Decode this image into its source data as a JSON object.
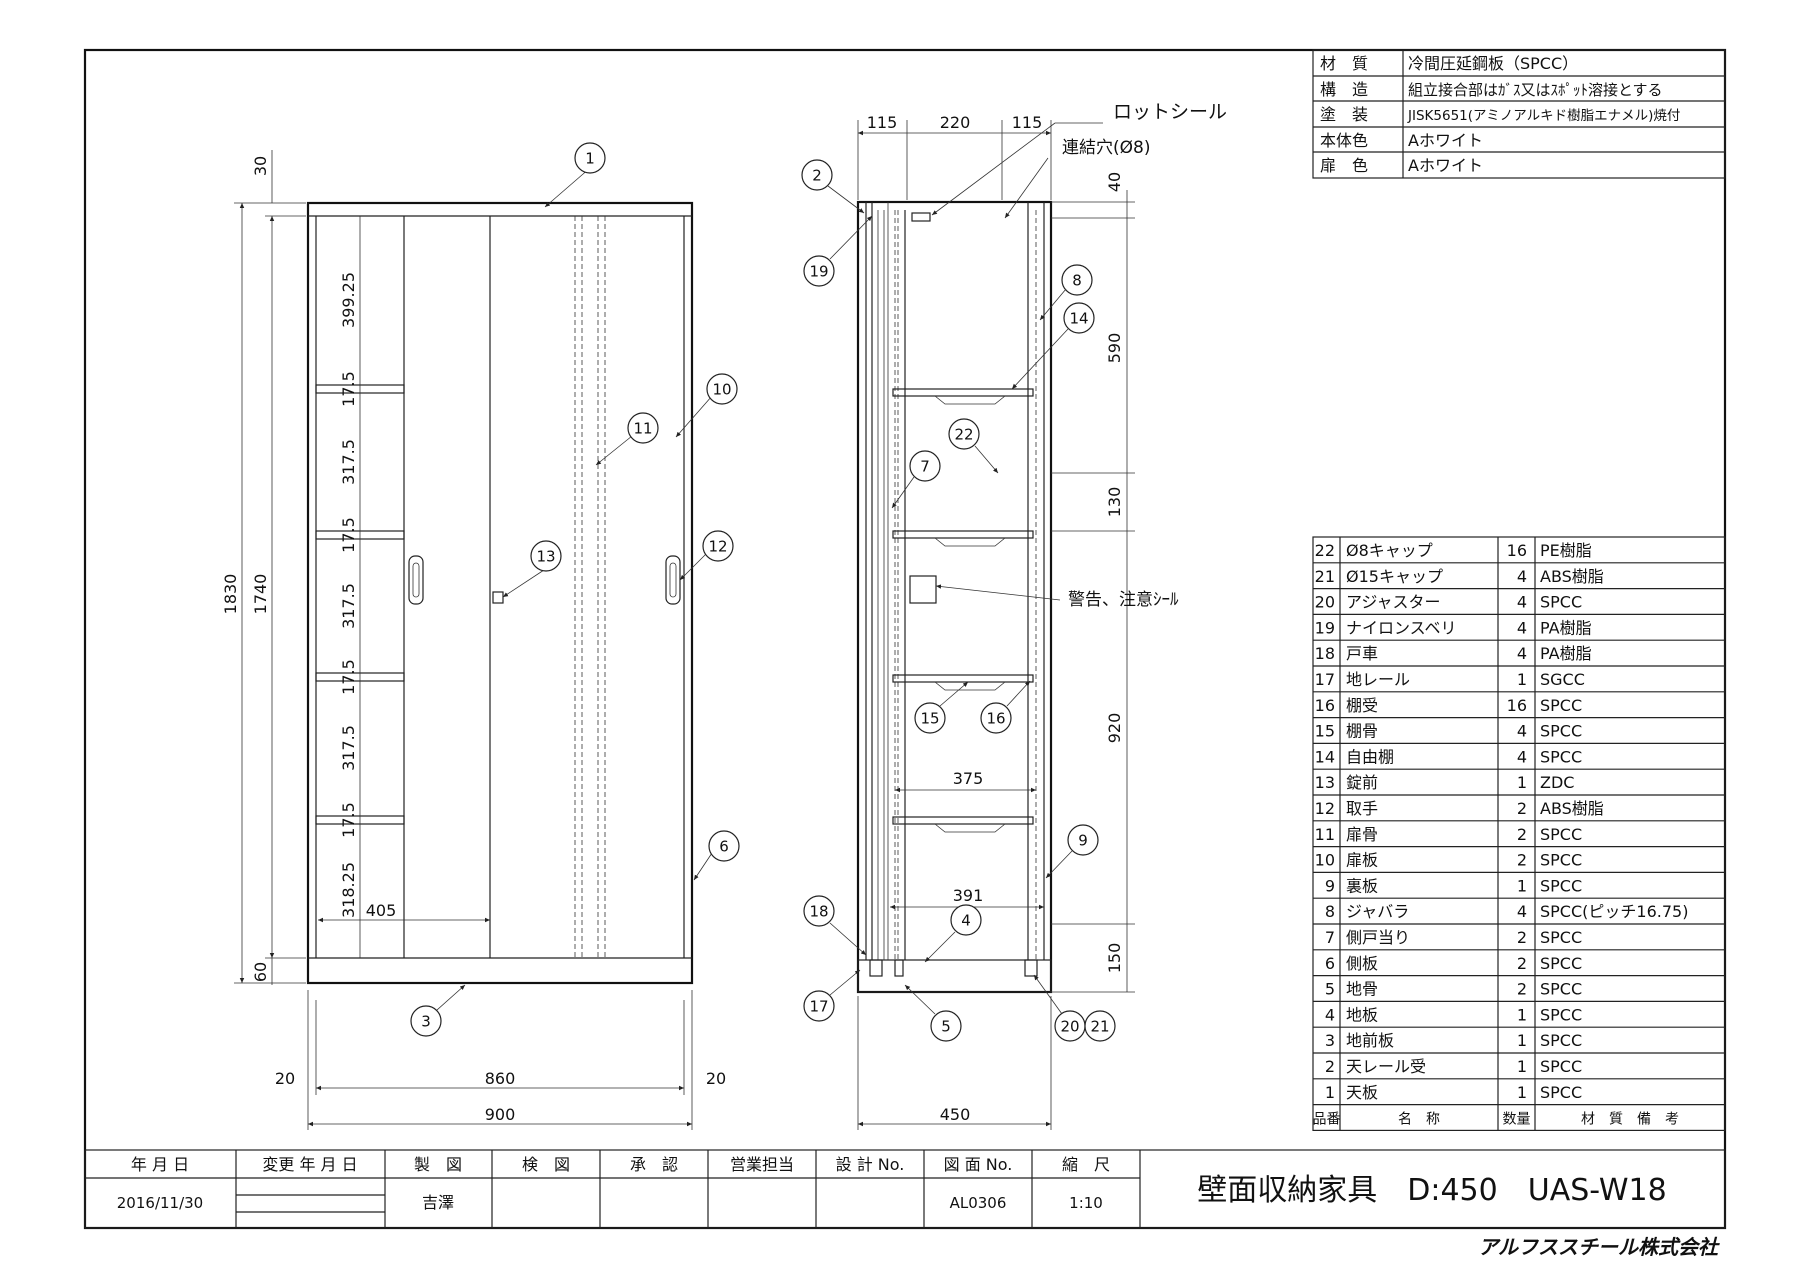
{
  "spec_table": [
    {
      "label": "材　質",
      "value": "冷間圧延鋼板（SPCC）"
    },
    {
      "label": "構　造",
      "value": "組立接合部はｶﾞｽ又はｽﾎﾟｯﾄ溶接とする"
    },
    {
      "label": "塗　装",
      "value": "JISK5651(アミノアルキド樹脂エナメル)焼付"
    },
    {
      "label": "本体色",
      "value": "Aホワイト"
    },
    {
      "label": "扉　色",
      "value": "Aホワイト"
    }
  ],
  "parts_header": {
    "no": "品番",
    "name": "名　称",
    "qty": "数量",
    "material": "材　質　備　考"
  },
  "parts": [
    {
      "no": "22",
      "name": "Ø8キャップ",
      "qty": "16",
      "material": "PE樹脂"
    },
    {
      "no": "21",
      "name": "Ø15キャップ",
      "qty": "4",
      "material": "ABS樹脂"
    },
    {
      "no": "20",
      "name": "アジャスター",
      "qty": "4",
      "material": "SPCC"
    },
    {
      "no": "19",
      "name": "ナイロンスベリ",
      "qty": "4",
      "material": "PA樹脂"
    },
    {
      "no": "18",
      "name": "戸車",
      "qty": "4",
      "material": "PA樹脂"
    },
    {
      "no": "17",
      "name": "地レール",
      "qty": "1",
      "material": "SGCC"
    },
    {
      "no": "16",
      "name": "棚受",
      "qty": "16",
      "material": "SPCC"
    },
    {
      "no": "15",
      "name": "棚骨",
      "qty": "4",
      "material": "SPCC"
    },
    {
      "no": "14",
      "name": "自由棚",
      "qty": "4",
      "material": "SPCC"
    },
    {
      "no": "13",
      "name": "錠前",
      "qty": "1",
      "material": "ZDC"
    },
    {
      "no": "12",
      "name": "取手",
      "qty": "2",
      "material": "ABS樹脂"
    },
    {
      "no": "11",
      "name": "扉骨",
      "qty": "2",
      "material": "SPCC"
    },
    {
      "no": "10",
      "name": "扉板",
      "qty": "2",
      "material": "SPCC"
    },
    {
      "no": "9",
      "name": "裏板",
      "qty": "1",
      "material": "SPCC"
    },
    {
      "no": "8",
      "name": "ジャバラ",
      "qty": "4",
      "material": "SPCC(ピッチ16.75)"
    },
    {
      "no": "7",
      "name": "側戸当り",
      "qty": "2",
      "material": "SPCC"
    },
    {
      "no": "6",
      "name": "側板",
      "qty": "2",
      "material": "SPCC"
    },
    {
      "no": "5",
      "name": "地骨",
      "qty": "2",
      "material": "SPCC"
    },
    {
      "no": "4",
      "name": "地板",
      "qty": "1",
      "material": "SPCC"
    },
    {
      "no": "3",
      "name": "地前板",
      "qty": "1",
      "material": "SPCC"
    },
    {
      "no": "2",
      "name": "天レール受",
      "qty": "1",
      "material": "SPCC"
    },
    {
      "no": "1",
      "name": "天板",
      "qty": "1",
      "material": "SPCC"
    }
  ],
  "title_block": {
    "h_date": "年 月 日",
    "v_date": "2016/11/30",
    "h_revision": "変更 年 月 日",
    "h_drawn": "製　図",
    "v_drawn": "吉澤",
    "h_check": "検　図",
    "h_approve": "承　認",
    "h_sales": "営業担当",
    "h_design_no": "設 計 No.",
    "h_drawing_no": "図 面 No.",
    "v_drawing_no": "AL0306",
    "h_scale": "縮　尺",
    "v_scale": "1:10",
    "product": "壁面収納家具　D:450　UAS-W18",
    "company": "アルフススチール株式会社"
  },
  "front_view": {
    "dims_vertical_left": [
      "30",
      "1830",
      "1740",
      "60"
    ],
    "dims_vertical_shelf": [
      "399.25",
      "17.5",
      "317.5",
      "17.5",
      "317.5",
      "17.5",
      "317.5",
      "17.5",
      "318.25"
    ],
    "dim_inner": "405",
    "dims_bottom": [
      "20",
      "860",
      "20",
      "900"
    ],
    "callouts": [
      "1",
      "3",
      "6",
      "10",
      "11",
      "12",
      "13"
    ]
  },
  "side_view": {
    "dims_top": [
      "115",
      "220",
      "115"
    ],
    "dims_right": [
      "40",
      "590",
      "130",
      "920",
      "150"
    ],
    "dims_inner": [
      "375",
      "391"
    ],
    "dim_bottom": "450",
    "notes": {
      "lot_seal": "ロットシール",
      "hole": "連結穴(Ø8)",
      "warning": "警告、注意ｼｰﾙ"
    },
    "callouts": [
      "2",
      "19",
      "8",
      "14",
      "22",
      "7",
      "15",
      "16",
      "9",
      "18",
      "4",
      "17",
      "5",
      "20",
      "21"
    ]
  }
}
